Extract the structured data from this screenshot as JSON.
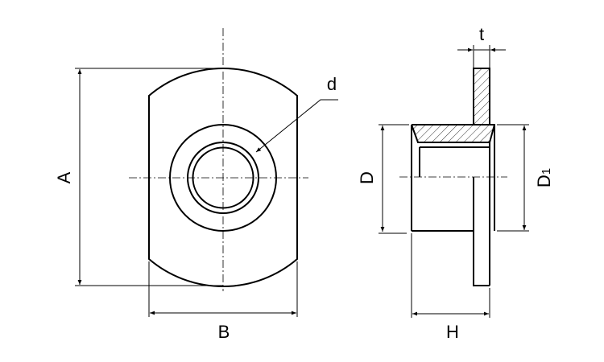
{
  "labels": {
    "A": "A",
    "B": "B",
    "d": "d",
    "D": "D",
    "D1_main": "D",
    "D1_sub": "1",
    "H": "H",
    "t": "t"
  }
}
